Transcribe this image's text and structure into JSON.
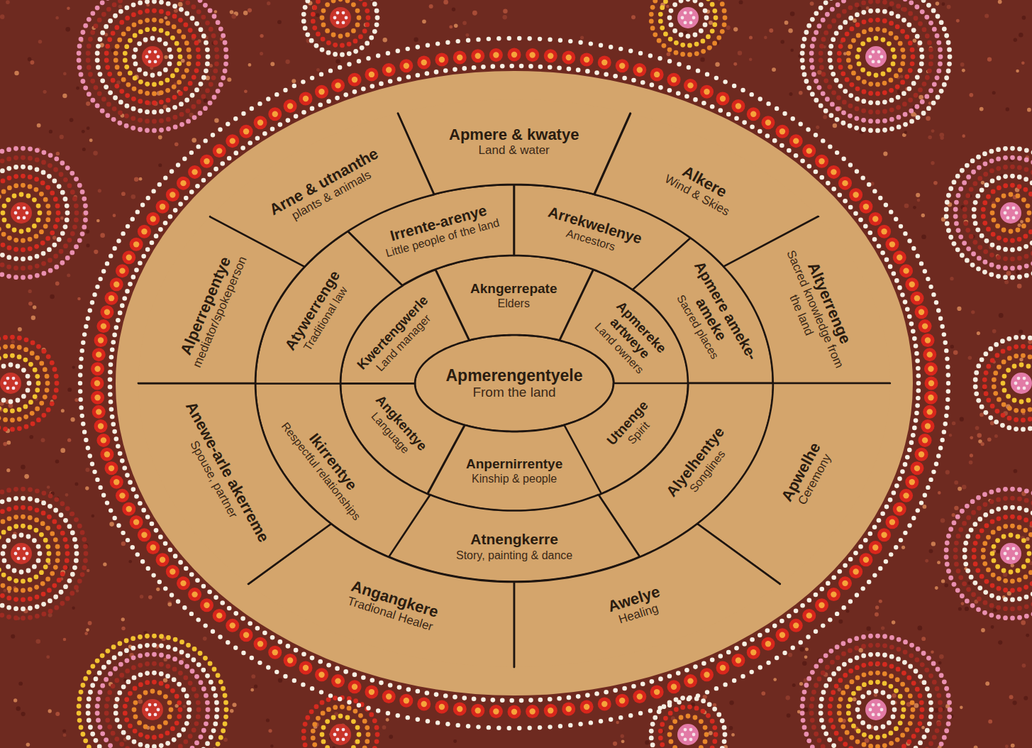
{
  "diagram": {
    "nodes": [
      {
        "text": [
          "Apmerengentyele",
          "From the land"
        ]
      },
      {
        "text": [
          "Akngerrepate",
          "Elders"
        ]
      },
      {
        "text": [
          "Apmereke artweye",
          "Land owners"
        ]
      },
      {
        "text": [
          "Utnenge",
          "Spirit"
        ]
      },
      {
        "text": [
          "Anpernirrentye",
          "Kinship & people"
        ]
      },
      {
        "text": [
          "Angkentye",
          "Language"
        ]
      },
      {
        "text": [
          "Kwertengwerle",
          "Land manager"
        ]
      },
      {
        "text": [
          "Irrente-arenye",
          "Little people of the land"
        ]
      },
      {
        "text": [
          "Arrekwelenye",
          "Ancestors"
        ]
      },
      {
        "text": [
          "Apmere ameke-ameke",
          "Sacred places"
        ]
      },
      {
        "text": [
          "Alyelhentye",
          "Songlines"
        ]
      },
      {
        "text": [
          "Atnengkerre",
          "Story, painting & dance"
        ]
      },
      {
        "text": [
          "Ikirrentye",
          "Respectful relationships"
        ]
      },
      {
        "text": [
          "Atywerrenge",
          "Traditional law"
        ]
      },
      {
        "text": [
          "Apmere & kwatye",
          "Land & water"
        ]
      },
      {
        "text": [
          "Alkere",
          "Wind & Skies"
        ]
      },
      {
        "text": [
          "Altyerrenge",
          "Sacred knowledge from the land"
        ]
      },
      {
        "text": [
          "Apwelhe",
          "Ceremony"
        ]
      },
      {
        "text": [
          "Awelye",
          "Healing"
        ]
      },
      {
        "text": [
          "Angangkere",
          "Tradional Healer"
        ]
      },
      {
        "text": [
          "Anewe-arle akerreme",
          "Spouse, partner"
        ]
      },
      {
        "text": [
          "Alperrepentye",
          "mediator/spokeperson"
        ]
      },
      {
        "text": [
          "Arne & utnanthe",
          "plants & animals"
        ]
      }
    ]
  }
}
